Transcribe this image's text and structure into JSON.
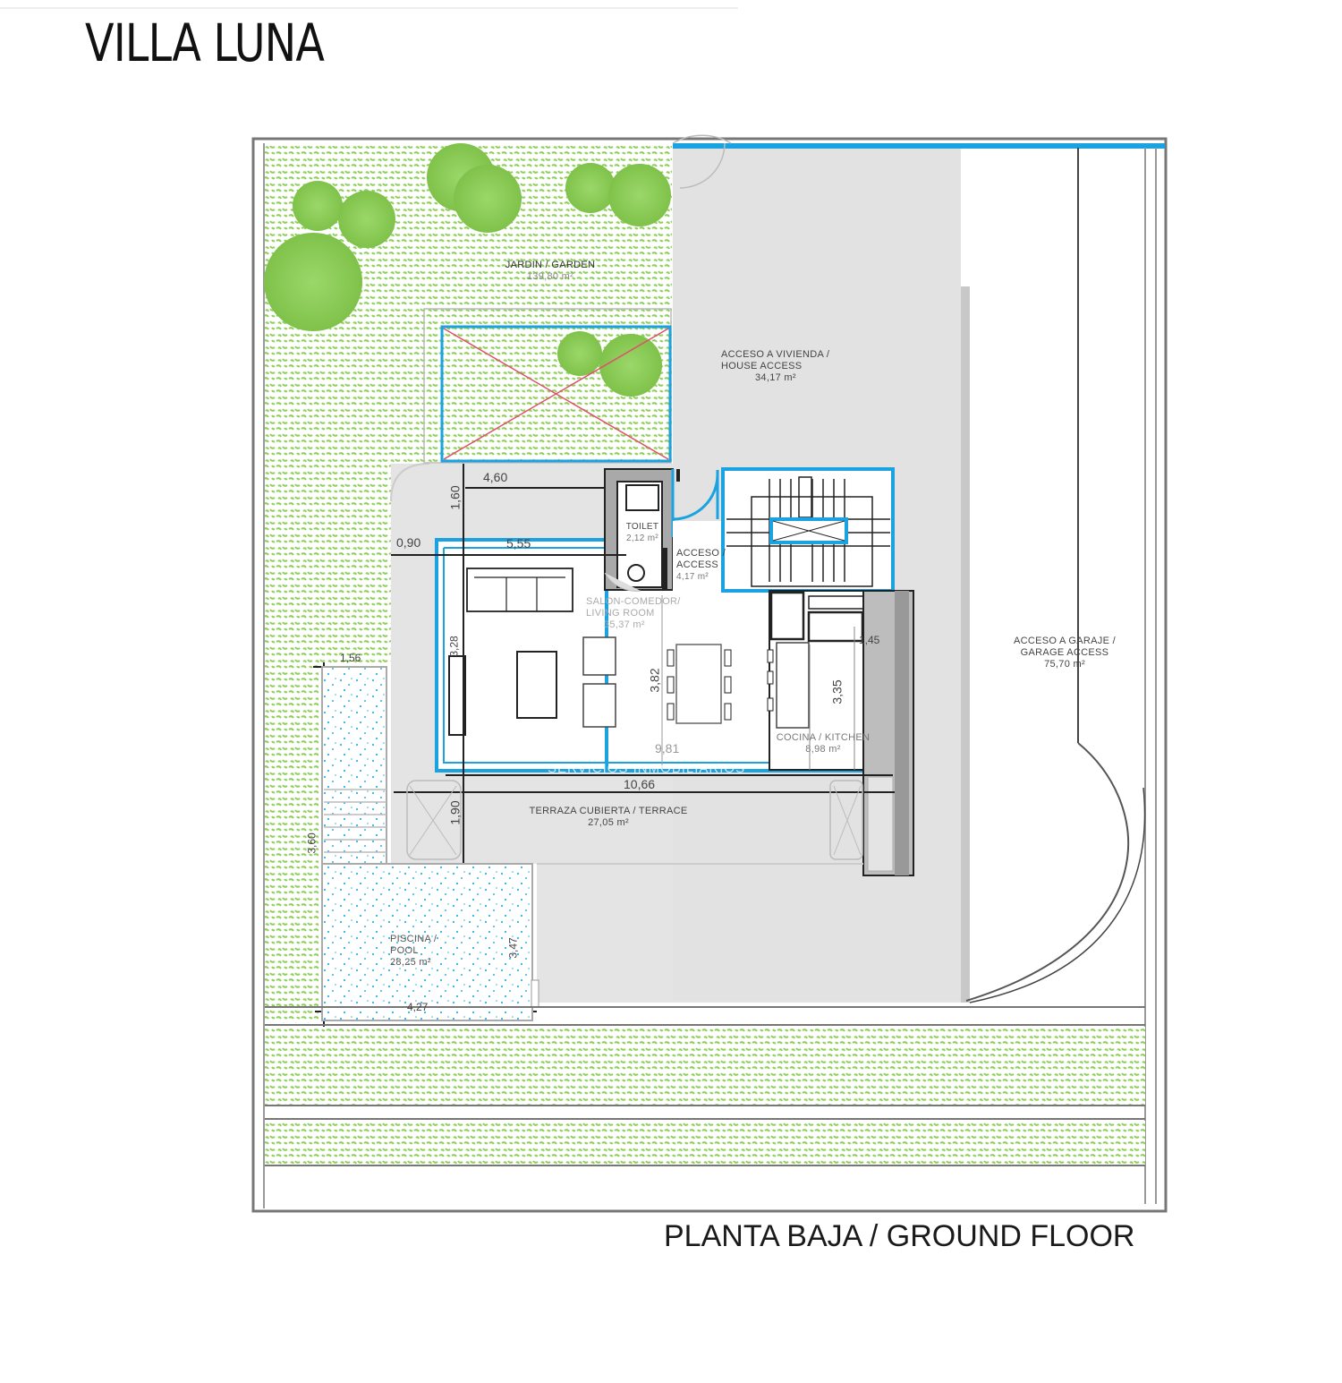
{
  "title": "VILLA LUNA",
  "subtitle": "PLANTA BAJA / GROUND FLOOR",
  "watermark": "SERVICIOS INMOBILIARIOS",
  "colors": {
    "garden_green": "#8fcf5a",
    "wall_blue": "#1aa3e0",
    "paving_gray": "#e2e2e2",
    "pool_cyan": "#29b6e6",
    "skylight_red": "#e0506a",
    "line_dark": "#222222"
  },
  "rooms": {
    "garden": {
      "name": "JARDIN / GARDEN",
      "area": "139,80 m²"
    },
    "house_access": {
      "name_es": "ACCESO A VIVIENDA /",
      "name_en": "HOUSE ACCESS",
      "area": "34,17 m²"
    },
    "garage_access": {
      "name_es": "ACCESO A GARAJE /",
      "name_en": "GARAGE ACCESS",
      "area": "75,70 m²"
    },
    "toilet": {
      "name": "TOILET",
      "area": "2,12 m²"
    },
    "access": {
      "name_es": "ACCESO /",
      "name_en": "ACCESS",
      "area": "4,17 m²"
    },
    "living": {
      "name_es": "SALON-COMEDOR/",
      "name_en": "LIVING ROOM",
      "area": "35,37 m²"
    },
    "kitchen": {
      "name": "COCINA / KITCHEN",
      "area": "8,98 m²"
    },
    "terrace": {
      "name": "TERRAZA CUBIERTA / TERRACE",
      "area": "27,05 m²"
    },
    "pool": {
      "name_es": "PISCINA /",
      "name_en": "POOL",
      "area": "28,25 m²"
    }
  },
  "dimensions": {
    "porch_width": "4,60",
    "porch_depth": "1,60",
    "setback": "0,90",
    "living_width": "5,55",
    "living_depth": "3,82",
    "living_height_left": "3,28",
    "kitchen_depth": "3,35",
    "kitchen_small": "1,45",
    "interior_width": "9,81",
    "total_width": "10,66",
    "terrace_depth": "1,90",
    "pool_top_width": "1,56",
    "pool_side": "3,60",
    "pool_bottom_width": "4,27",
    "pool_depth": "3,47"
  }
}
